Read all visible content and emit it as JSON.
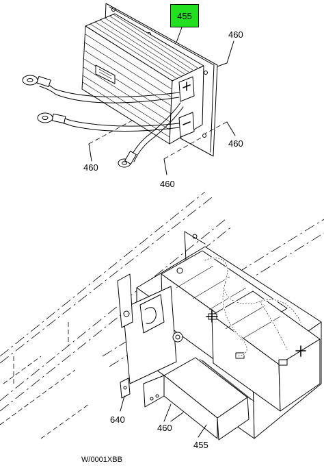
{
  "callouts": {
    "top_highlight": "455",
    "top_right_1": "460",
    "top_right_2": "460",
    "top_left_bottom": "460",
    "top_mid_bottom": "460",
    "bottom_640": "640",
    "bottom_460": "460",
    "bottom_455": "455"
  },
  "figure_id": "W/0001XBB",
  "colors": {
    "highlight": "#22e01f",
    "line": "#000000",
    "background": "#ffffff"
  }
}
